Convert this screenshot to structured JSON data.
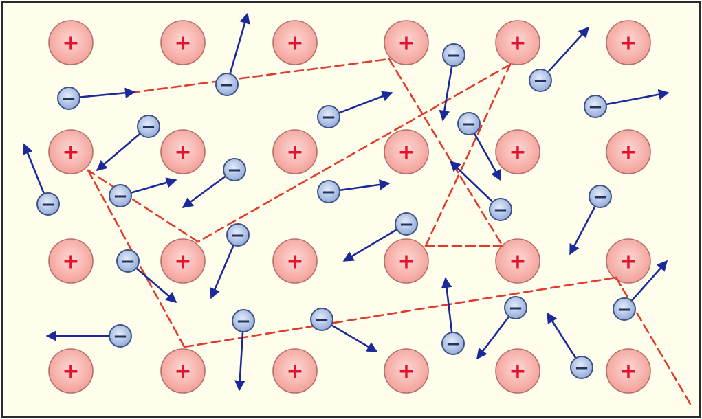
{
  "colors": {
    "background": "#fffdeb",
    "border": "#2a2a2a",
    "ion_fill_center": "#ffd8d4",
    "ion_fill_edge": "#f2a19a",
    "ion_stroke": "#b5706a",
    "ion_sign": "#e8102a",
    "electron_fill_center": "#e4ecfa",
    "electron_fill_edge": "#93abd8",
    "electron_stroke": "#3e5487",
    "electron_sign": "#23335e",
    "velocity_arrow": "#1a2a9a",
    "collision_path": "#e03a2a"
  },
  "ion_symbol": "+",
  "electron_symbol": "−",
  "elements": {
    "ion_lattice": "positive ions",
    "electrons": "free electrons",
    "velocity_arrows": "velocity arrows",
    "collision_path": "zig-zag electron path"
  }
}
